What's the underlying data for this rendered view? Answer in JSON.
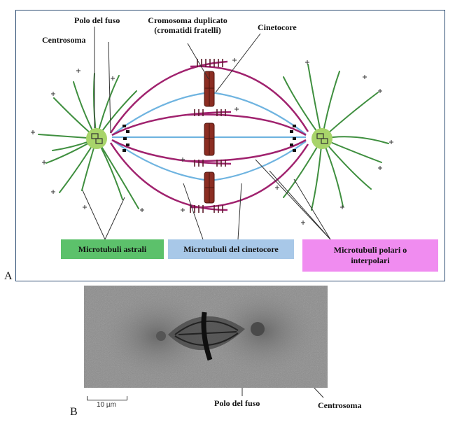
{
  "panel_a": {
    "letter": "A",
    "labels": {
      "spindle_pole": "Polo del fuso",
      "centrosome": "Centrosoma",
      "duplicated_chromosome_line1": "Cromosoma duplicato",
      "duplicated_chromosome_line2": "(cromatidi fratelli)",
      "kinetochore": "Cinetocore"
    },
    "legend": {
      "astral": "Microtubuli astrali",
      "kinetochore_mt": "Microtubuli del cinetocore",
      "polar_line1": "Microtubuli polari o",
      "polar_line2": "interpolari"
    },
    "colors": {
      "astral": "#3f8f3f",
      "kinetochore_mt": "#6fb4e0",
      "polar": "#a0226e",
      "centrosome": "#a8d46a",
      "chromosome": "#8b2d22",
      "legend_astral": "#5cc16b",
      "legend_kinetochore": "#a8c8e8",
      "legend_polar": "#f08cf0",
      "frame": "#2e4e73"
    }
  },
  "panel_b": {
    "letter": "B",
    "labels": {
      "spindle_pole": "Polo del fuso",
      "centrosome": "Centrosoma",
      "scale_bar": "10 µm"
    }
  }
}
